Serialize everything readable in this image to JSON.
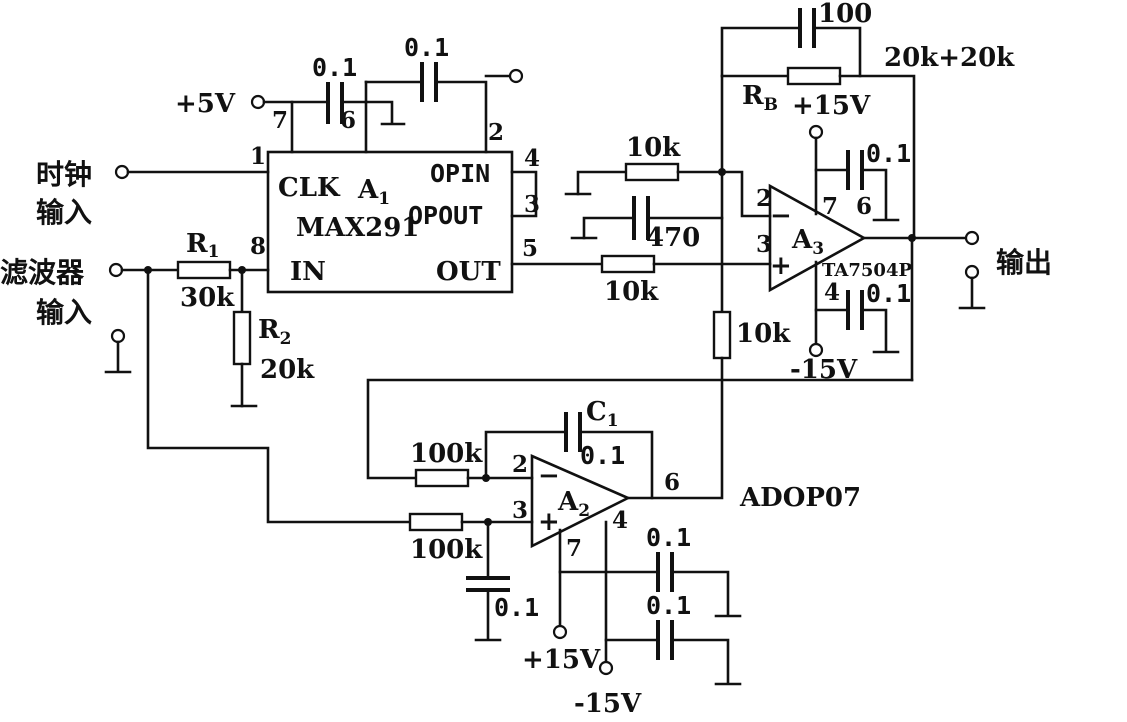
{
  "labels": {
    "clock_in_1": "时钟",
    "clock_in_2": "输入",
    "filter_in_1": "滤波器",
    "filter_in_2": "输入",
    "output": "输出",
    "plus5v": "+5V",
    "a1_clk": "CLK",
    "a1_a": "A",
    "a1_sub": "1",
    "a1_part": "MAX291",
    "a1_opin": "OPIN",
    "a1_opout": "OPOUT",
    "a1_in": "IN",
    "a1_out": "OUT",
    "pin_7": "7",
    "pin_6": "6",
    "pin_2": "2",
    "pin_1": "1",
    "pin_8": "8",
    "pin_4": "4",
    "pin_3": "3",
    "pin_5": "5",
    "c_top_left": "0.1",
    "c_top_right": "0.1",
    "r1": "R",
    "r1_sub": "1",
    "r1_val": "30k",
    "r2": "R",
    "r2_sub": "2",
    "r2_val": "20k",
    "r_opin": "10k",
    "c_470": "470",
    "r_out": "10k",
    "r_vert": "10k",
    "c_100": "100",
    "rb": "R",
    "rb_sub": "B",
    "rb_val": "20k+20k",
    "a3_plus15": "+15V",
    "a3_minus15": "-15V",
    "a3_a": "A",
    "a3_sub": "3",
    "a3_part": "TA7504P",
    "a3_p2": "2",
    "a3_p3": "3",
    "a3_p7": "7",
    "a3_p6": "6",
    "a3_p4": "4",
    "a3_c1": "0.1",
    "a3_c2": "0.1",
    "a2_a": "A",
    "a2_sub": "2",
    "a2_part": "ADOP07",
    "a2_p2": "2",
    "a2_p3": "3",
    "a2_p6": "6",
    "a2_p7": "7",
    "a2_p4": "4",
    "r_a2_top": "100k",
    "r_a2_bot": "100k",
    "c1": "C",
    "c1_sub": "1",
    "c1_val": "0.1",
    "c_a2_in": "0.1",
    "c_a2_p7": "0.1",
    "c_a2_p4": "0.1",
    "a2_plus15": "+15V",
    "a2_minus15": "-15V",
    "minus_sign": "−",
    "plus_sign": "+"
  }
}
